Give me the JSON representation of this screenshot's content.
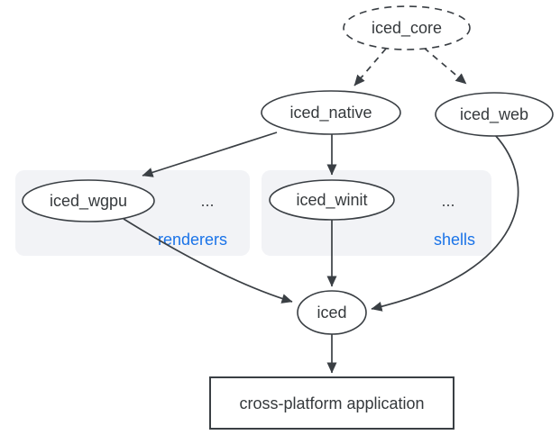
{
  "diagram": {
    "nodes": {
      "core": {
        "label": "iced_core"
      },
      "native": {
        "label": "iced_native"
      },
      "web": {
        "label": "iced_web"
      },
      "wgpu": {
        "label": "iced_wgpu"
      },
      "winit": {
        "label": "iced_winit"
      },
      "iced": {
        "label": "iced"
      },
      "app": {
        "label": "cross-platform application"
      }
    },
    "groups": {
      "renderers": {
        "label": "renderers",
        "ellipsis": "..."
      },
      "shells": {
        "label": "shells",
        "ellipsis": "..."
      }
    },
    "colors": {
      "background": "#ffffff",
      "stroke": "#3a3f44",
      "node_fill": "#ffffff",
      "node_text": "#35393c",
      "group_background": "#f2f3f6",
      "group_label": "#1a73e8"
    }
  }
}
